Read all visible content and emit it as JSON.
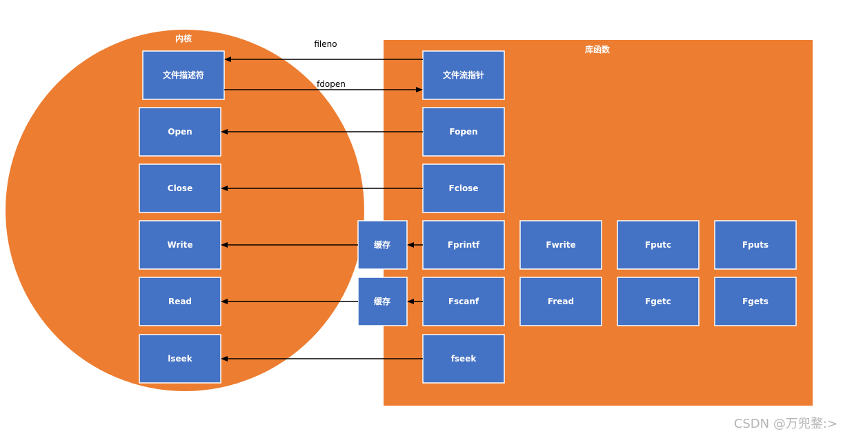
{
  "colors": {
    "region_fill": "#ED7D31",
    "node_fill": "#4472C4",
    "node_stroke": "#FFFFFF",
    "arrow": "#000000",
    "label_text": "#FFFFFF",
    "watermark": "#B5B5B5"
  },
  "kernel": {
    "label": "内核",
    "nodes": {
      "fd": "文件描述符",
      "open": "Open",
      "close": "Close",
      "write": "Write",
      "read": "Read",
      "lseek": "lseek"
    }
  },
  "library": {
    "label": "库函数",
    "nodes": {
      "stream_ptr": "文件流指针",
      "fopen": "Fopen",
      "fclose": "Fclose",
      "fprintf": "Fprintf",
      "fwrite": "Fwrite",
      "fputc": "Fputc",
      "fputs": "Fputs",
      "fscanf": "Fscanf",
      "fread": "Fread",
      "fgetc": "Fgetc",
      "fgets": "Fgets",
      "fseek": "fseek"
    }
  },
  "buffers": {
    "write": "缓存",
    "read": "缓存"
  },
  "edges": {
    "fileno": "fileno",
    "fdopen": "fdopen"
  },
  "watermark": "CSDN @万兜鍪:>"
}
